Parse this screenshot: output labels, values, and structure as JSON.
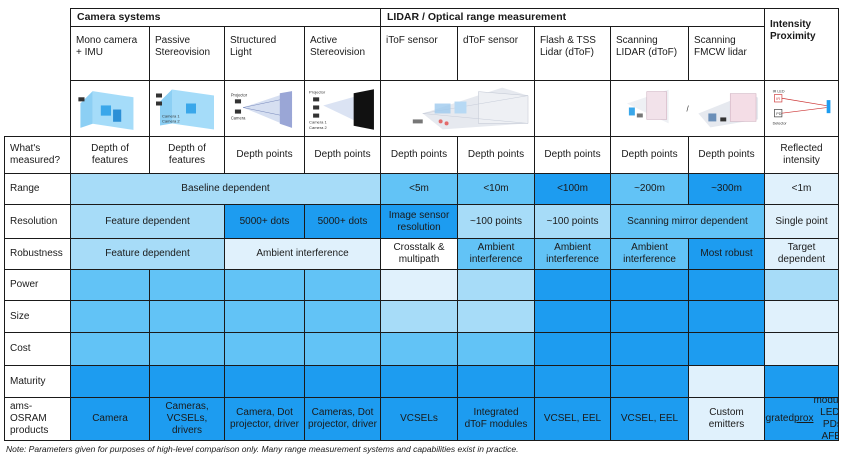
{
  "groups": {
    "camera": "Camera systems",
    "lidar": "LIDAR / Optical range measurement",
    "intensity": "Intensity Proximity"
  },
  "technologies": [
    "Mono camera + IMU",
    "Passive Stereovision",
    "Structured Light",
    "Active Stereovision",
    "iToF sensor",
    "dToF sensor",
    "Flash & TSS Lidar (dToF)",
    "Scanning LIDAR (dToF)",
    "Scanning FMCW lidar"
  ],
  "image_labels": {
    "camera1": "Camera 1",
    "camera2": "Camera 2",
    "projector": "Projector",
    "camera": "Camera",
    "ir_led": "IR LED",
    "detector": "Detector",
    "slash": "/"
  },
  "row_labels": [
    "What's measured?",
    "Range",
    "Resolution",
    "Robustness",
    "Power",
    "Size",
    "Cost",
    "Maturity",
    "ams-OSRAM products"
  ],
  "cells": {
    "measured": [
      "Depth of features",
      "Depth of features",
      "Depth points",
      "Depth points",
      "Depth points",
      "Depth points",
      "Depth points",
      "Depth points",
      "Depth points",
      "Reflected intensity"
    ],
    "range": [
      "Baseline dependent",
      "<5m",
      "<10m",
      "<100m",
      "~200m",
      "~300m",
      "<1m"
    ],
    "resolution": [
      "Feature dependent",
      "5000+ dots",
      "5000+ dots",
      "Image sensor resolution",
      "~100 points",
      "~100 points",
      "Scanning mirror dependent",
      "Single point"
    ],
    "robustness": [
      "Feature dependent",
      "Ambient interference",
      "Crosstalk & multipath",
      "Ambient interference",
      "Ambient interference",
      "Ambient interference",
      "Most robust",
      "Target dependent"
    ],
    "products": [
      "Camera",
      "Cameras, VCSELs, drivers",
      "Camera, Dot projector, driver",
      "Cameras, Dot projector, driver",
      "VCSELs",
      "Integrated dToF modules",
      "VCSEL, EEL",
      "VCSEL, EEL",
      "Custom emitters",
      "Integrated prox modules, LEDs, PDs, AFEs"
    ]
  },
  "product_link_word": "prox",
  "colors": {
    "lightest": "#e0f1fc",
    "light": "#a7dcf8",
    "medium": "#62c3f6",
    "dark": "#1d9cf0"
  },
  "note": "Note: Parameters given for purposes of high-level comparison only. Many range measurement systems and capabilities exist in practice."
}
